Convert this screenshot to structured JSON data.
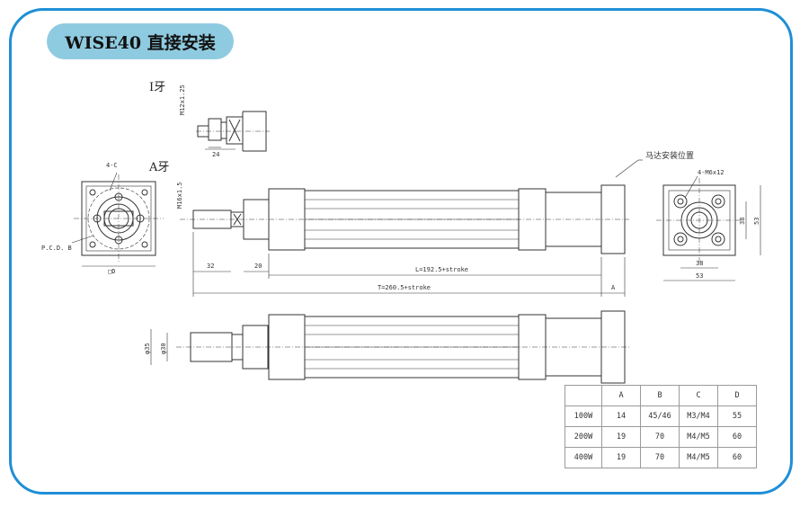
{
  "title": "WISE40 直接安装",
  "labels": {
    "i_thread": "I牙",
    "a_thread": "A牙",
    "thread_i": "M12x1.25",
    "thread_a": "M16x1.5",
    "dim_24": "24",
    "dim_32": "32",
    "dim_20": "20",
    "len_L": "L=192.5+stroke",
    "len_T": "T=260.5+stroke",
    "dim_A": "A",
    "hole_4C": "4-C",
    "pcd": "P.C.D. B",
    "square_D": "□D",
    "motor_label": "马达安装位置",
    "hole_m6": "4-M6x12",
    "dim_38v": "38",
    "dim_53v": "53",
    "dim_38h": "38",
    "dim_53h": "53",
    "dia_35": "φ35",
    "dia_30": "φ30"
  },
  "table": {
    "headers": [
      "",
      "A",
      "B",
      "C",
      "D"
    ],
    "rows": [
      [
        "100W",
        "14",
        "45/46",
        "M3/M4",
        "55"
      ],
      [
        "200W",
        "19",
        "70",
        "M4/M5",
        "60"
      ],
      [
        "400W",
        "19",
        "70",
        "M4/M5",
        "60"
      ]
    ]
  }
}
